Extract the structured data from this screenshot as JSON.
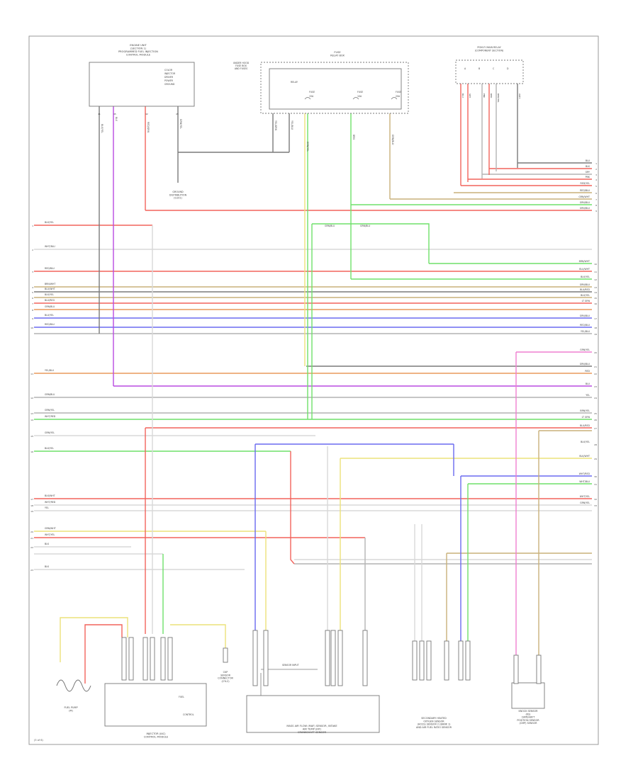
{
  "page": {
    "label": "(5 of 6)"
  },
  "components": {
    "ecm": {
      "title": [
        "ENGINE UNIT",
        "(SECTION 1)",
        "PROGRAMMED FUEL INJECTION",
        "CONTROL MODULE"
      ],
      "pins": [
        "COLOR",
        "INJECTOR",
        "DRIVER",
        "POWER",
        "GROUND"
      ],
      "pin_numbers": [
        "41",
        "45",
        "42",
        "45"
      ]
    },
    "fuse_box": {
      "title": [
        "FUSE",
        "RELAY BOX"
      ],
      "side_label": [
        "UNDER HOOD",
        "FUSE BOX",
        "AND FUSES"
      ],
      "inner": "RELAY",
      "fuses": [
        "FUSE",
        "FUSE",
        "FUSE"
      ],
      "fuse_labels": [
        "15A",
        "10A",
        "20A"
      ]
    },
    "pgm_fi_relay": {
      "title": [
        "PGM-FI MAIN RELAY",
        "(COMPONENT SECTION)"
      ],
      "pins": [
        "A",
        "B",
        "C",
        "D"
      ]
    },
    "ground": {
      "label": [
        "GROUND",
        "DISTRIBUTION",
        "(G101)"
      ]
    },
    "fuel_pump": {
      "label": [
        "FUEL PUMP",
        "(M)"
      ]
    },
    "inj_unit": {
      "label": [
        "INJECTOR (IAC)",
        "CONTROL MODULE"
      ],
      "inner": "CONTROL",
      "sub": "FUEL"
    },
    "ckp": {
      "label": [
        "CKP",
        "SENSOR",
        "CONNECTOR",
        "(CYL2)"
      ]
    },
    "main_sensor": {
      "label": [
        "MASS AIR FLOW (MAF) SENSOR, INTAKE",
        "AIR TEMP (IAT)",
        "CRANKSHAFT SENSOR"
      ],
      "inner": "SENSOR INPUT"
    },
    "o2_sensor": {
      "label": [
        "SECONDARY HEATED",
        "OXYGEN SENSOR",
        "(HO2S) SENSOR 2 (BANK 1)",
        "AND AIR FUEL RATIO SENSOR"
      ]
    },
    "knock_sensor": {
      "label": [
        "KNOCK SENSOR",
        "(KS)",
        "CAMSHAFT",
        "POSITION SENSOR",
        "(CMP) SENSOR"
      ]
    }
  },
  "wires": {
    "left": [
      "BLK/YEL",
      "WHT/BLU",
      "RED/BLU",
      "BRN/WHT",
      "BLU/WHT",
      "BLK/YEL",
      "BLU/RED",
      "GRN/BLU",
      "BLU/YEL",
      "RED/BLU",
      "YEL/BLU",
      "GRN/BLU",
      "GRN/YEL",
      "WHT/RED",
      "GRN/YEL",
      "BLK/YEL",
      "BLK/WHT",
      "WHT/RED",
      "YEL",
      "GRN/WHT",
      "WHT/YEL",
      "BLK",
      "BLK"
    ],
    "right": [
      "BLU",
      "BLK",
      "GRY",
      "PNK",
      "RED/YEL",
      "RED/BLU",
      "GRN/WHT",
      "GRN/BLU",
      "GRN/BLU",
      "BRN/WHT",
      "BLU/WHT",
      "BLK/YEL",
      "GRN/BLU",
      "BLU/RED",
      "BLK/YEL",
      "LT GRN",
      "GRN/BLU",
      "RED/BLU",
      "YEL/BLU",
      "GRN/YEL",
      "GRN/BLU",
      "RED",
      "BLU",
      "YEL",
      "BRN/YEL",
      "LT GRN",
      "BLU/RED",
      "BLK/YEL",
      "BLK/WHT",
      "WHT/RED",
      "WHT/BLU",
      "WHT/YEL",
      "GRN/YEL"
    ],
    "ecm_pins": [
      "BLK/YEL",
      "BLK",
      "RED/GRN",
      "GRN/YEL"
    ],
    "relay_out": [
      "YEL/GRN",
      "GRN/YEL",
      "BRN",
      "GRN/BLU",
      "YEL/BLU"
    ],
    "mid_labels": [
      "GRN/BLU",
      "GRN/BLU"
    ],
    "right_box_pins": [
      "BLU",
      "GRY",
      "PNK",
      "RED",
      "RED/YEL",
      "WHT"
    ]
  },
  "colors": {
    "red": "#f2635c",
    "purple": "#b84be0",
    "green": "#6fe06a",
    "yellow": "#ece27a",
    "blue": "#6a6af0",
    "tan": "#c9b17a",
    "gray": "#b4b4b4",
    "darkgray": "#7a7a7a",
    "orange": "#e89a5c",
    "pink": "#ef7fd0",
    "lightgray": "#d8d8d8"
  }
}
